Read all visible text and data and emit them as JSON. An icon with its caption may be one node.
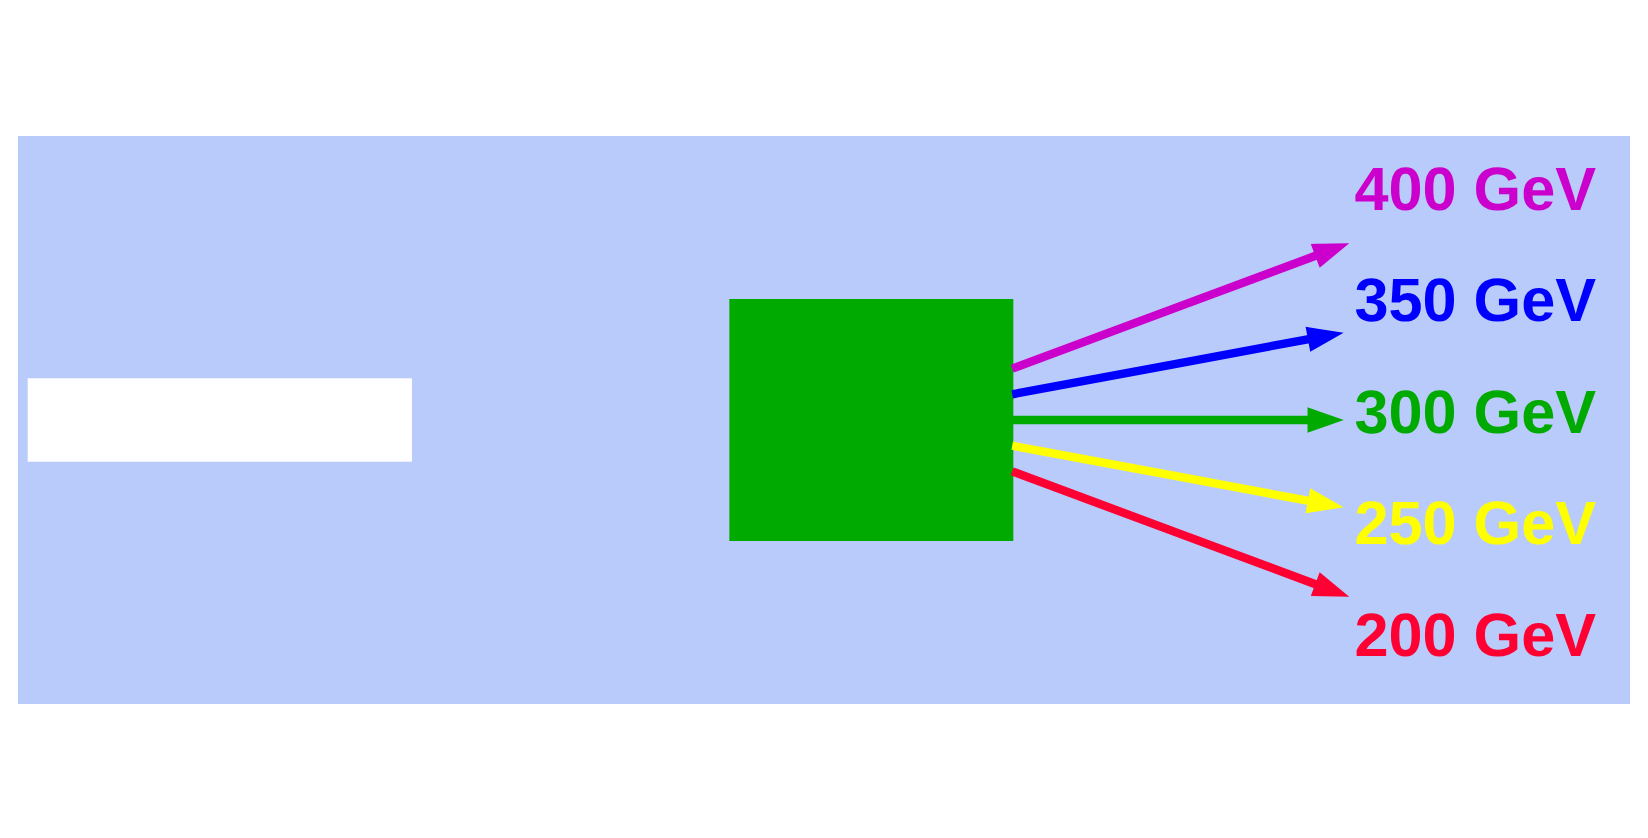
{
  "diagram": {
    "nodes": [
      {
        "text": [],
        "shape": "bar"
      },
      {
        "text": [],
        "shape": "box"
      },
      {
        "text": [
          "400 GeV"
        ]
      },
      {
        "text": [
          "350 GeV"
        ]
      },
      {
        "text": [
          "300 GeV"
        ]
      },
      {
        "text": [
          "250 GeV"
        ]
      },
      {
        "text": [
          "200 GeV"
        ]
      }
    ],
    "edges": [
      {
        "from": 1,
        "to": 2,
        "arrow": "to",
        "color": "#cc00cc"
      },
      {
        "from": 1,
        "to": 3,
        "arrow": "to",
        "color": "#0000ff"
      },
      {
        "from": 1,
        "to": 4,
        "arrow": "to",
        "color": "#00aa00"
      },
      {
        "from": 1,
        "to": 5,
        "arrow": "to",
        "color": "#ffff00"
      },
      {
        "from": 1,
        "to": 6,
        "arrow": "to",
        "color": "#ff0033"
      }
    ]
  }
}
